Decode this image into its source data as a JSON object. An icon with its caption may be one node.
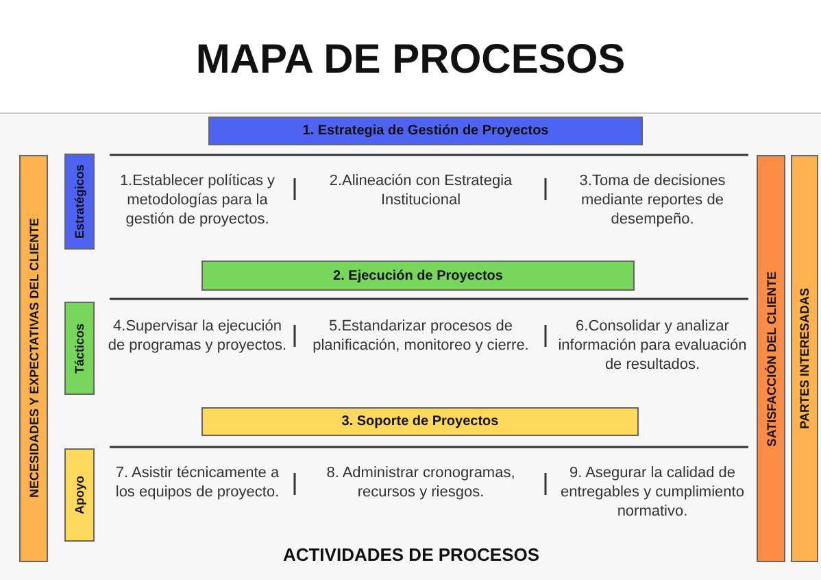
{
  "diagram": {
    "title": "MAPA DE PROCESOS",
    "nodes": [
      {
        "text": [
          "NECESIDADES Y EXPECTATIVAS DEL CLIENTE"
        ]
      },
      {
        "text": [
          "1. Estrategia de Gestión de Proyectos"
        ]
      },
      {
        "text": [
          "Estratégicos"
        ]
      },
      {
        "text": [
          "2. Ejecución de Proyectos"
        ]
      },
      {
        "text": [
          "Tácticos"
        ]
      },
      {
        "text": [
          "3. Soporte de Proyectos"
        ]
      },
      {
        "text": [
          "Apoyo"
        ]
      },
      {
        "text": [
          "SATISFACCIÓN DEL CLIENTE"
        ]
      },
      {
        "text": [
          "PARTES INTERESADAS"
        ]
      }
    ],
    "edges": [],
    "labels": [
      "1.Establecer políticas y metodologías para la gestión de proyectos.",
      "2.Alineación con Estrategia Institucional",
      "3.Toma de decisiones mediante reportes de desempeño.",
      "4.Supervisar la ejecución de programas y proyectos.",
      "5.Estandarizar procesos de planificación, monitoreo y cierre.",
      "6.Consolidar y analizar información para evaluación de resultados.",
      "7. Asistir técnicamente a los equipos de proyecto.",
      "8. Administrar cronogramas, recursos y riesgos.",
      "9. Asegurar la calidad de entregables y cumplimiento normativo.",
      "ACTIVIDADES DE PROCESOS"
    ]
  }
}
